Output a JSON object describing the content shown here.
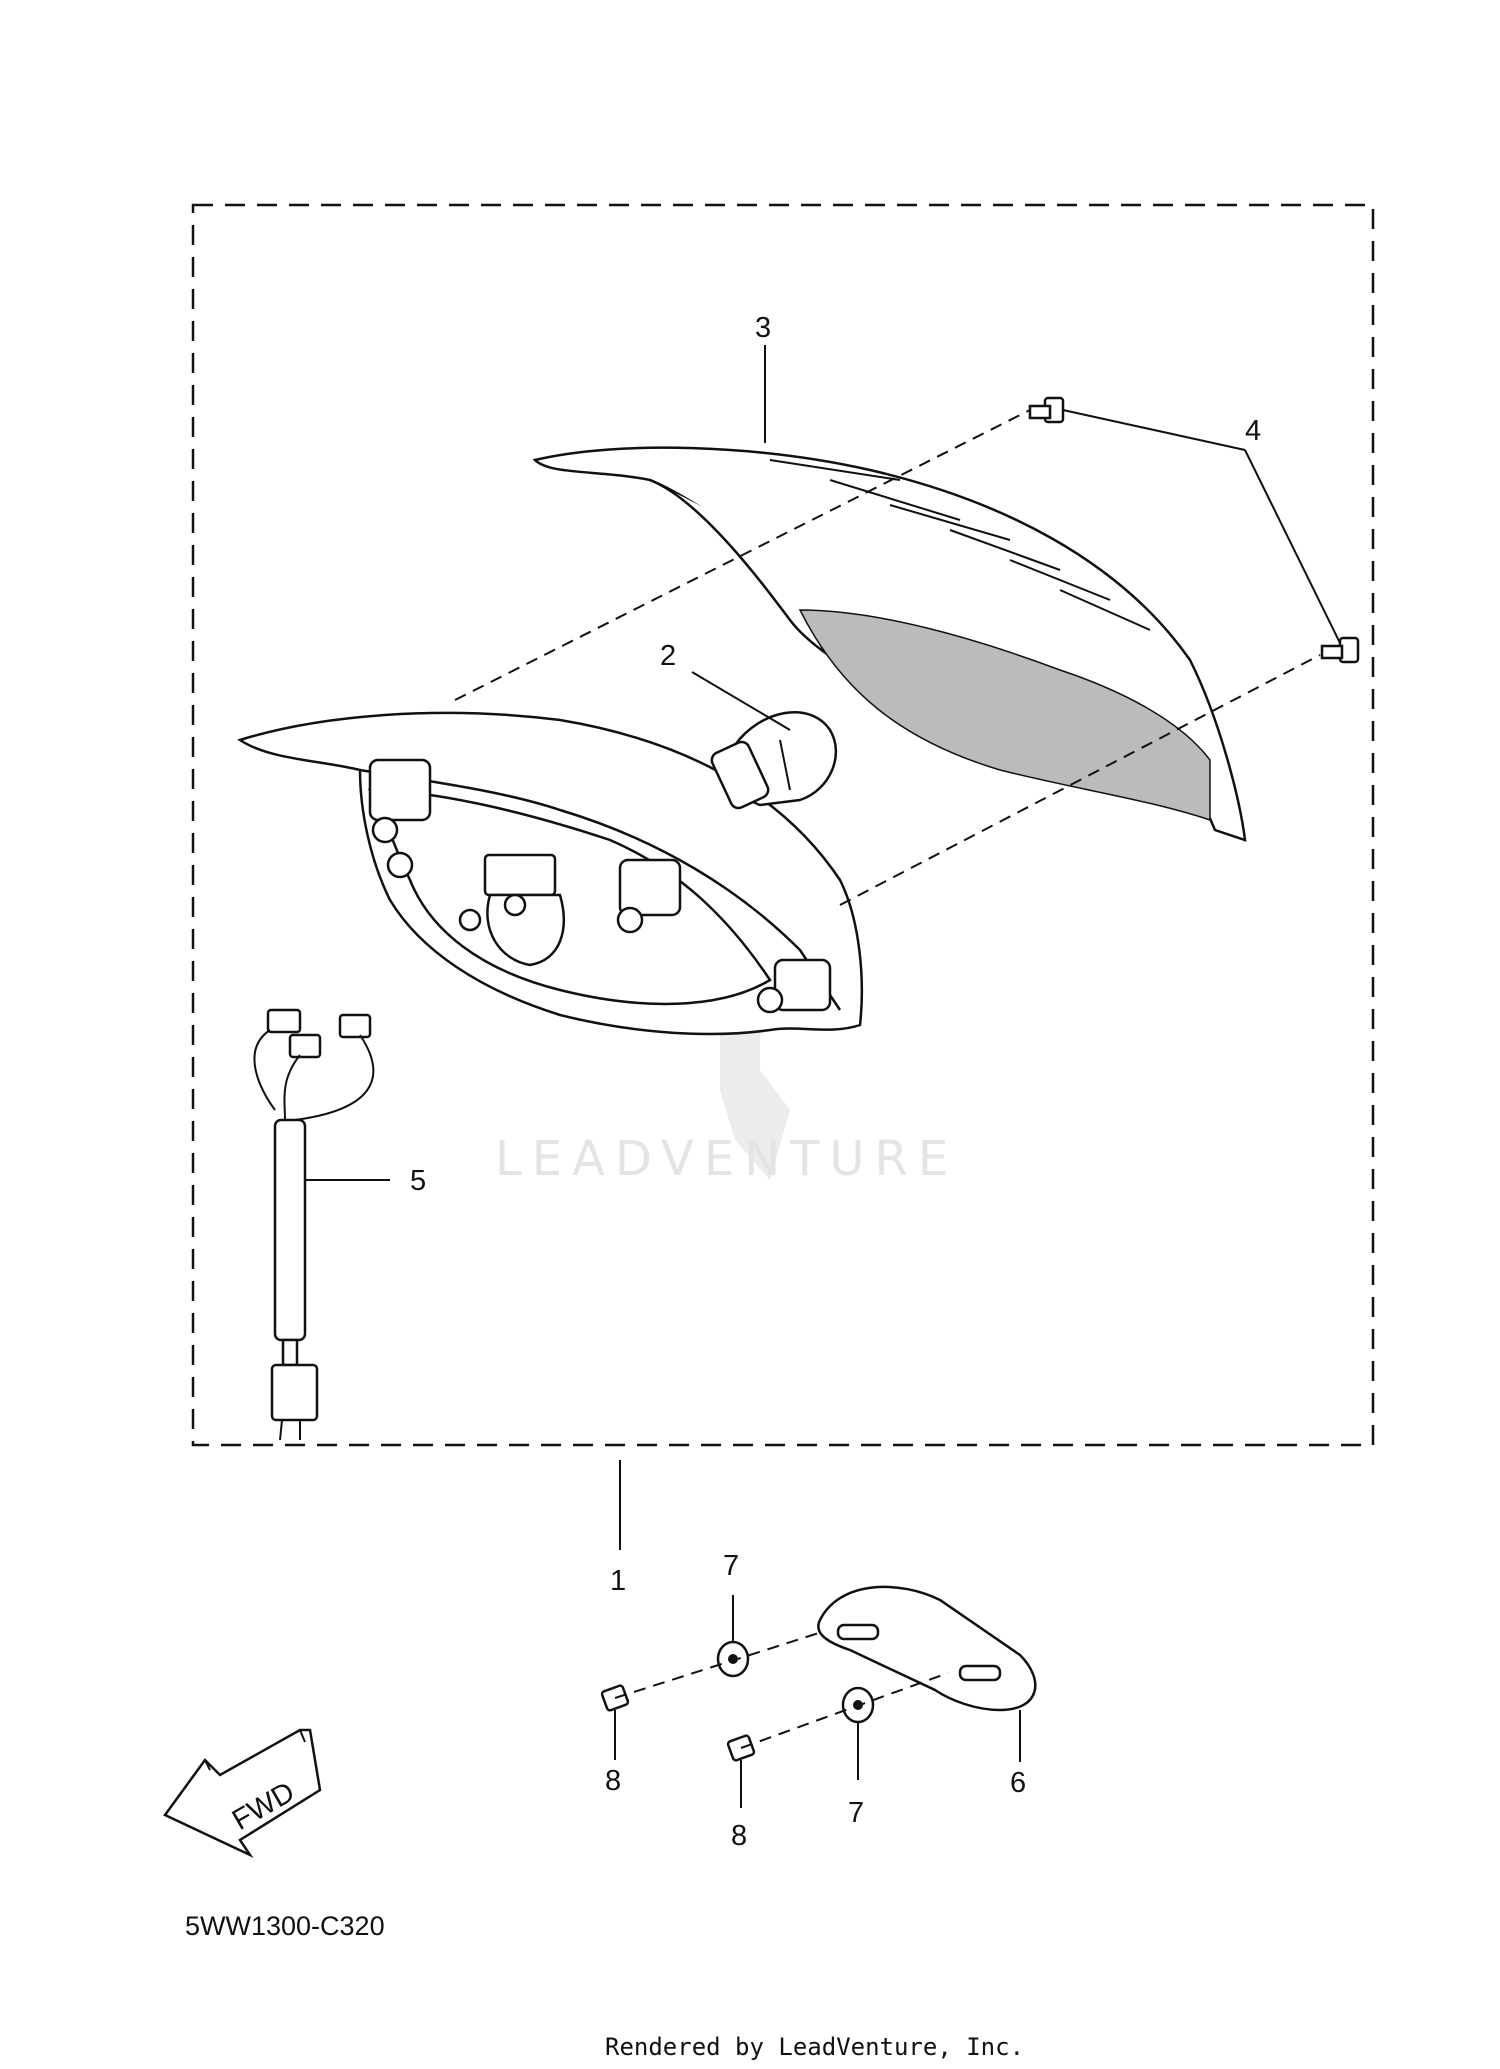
{
  "diagram": {
    "part_code": "5WW1300-C320",
    "credit": "Rendered by LeadVenture, Inc.",
    "watermark": "LEADVENTURE",
    "fwd_label": "FWD",
    "callouts": {
      "c1": "1",
      "c2": "2",
      "c3": "3",
      "c4": "4",
      "c5": "5",
      "c6": "6",
      "c7a": "7",
      "c7b": "7",
      "c8a": "8",
      "c8b": "8"
    }
  }
}
